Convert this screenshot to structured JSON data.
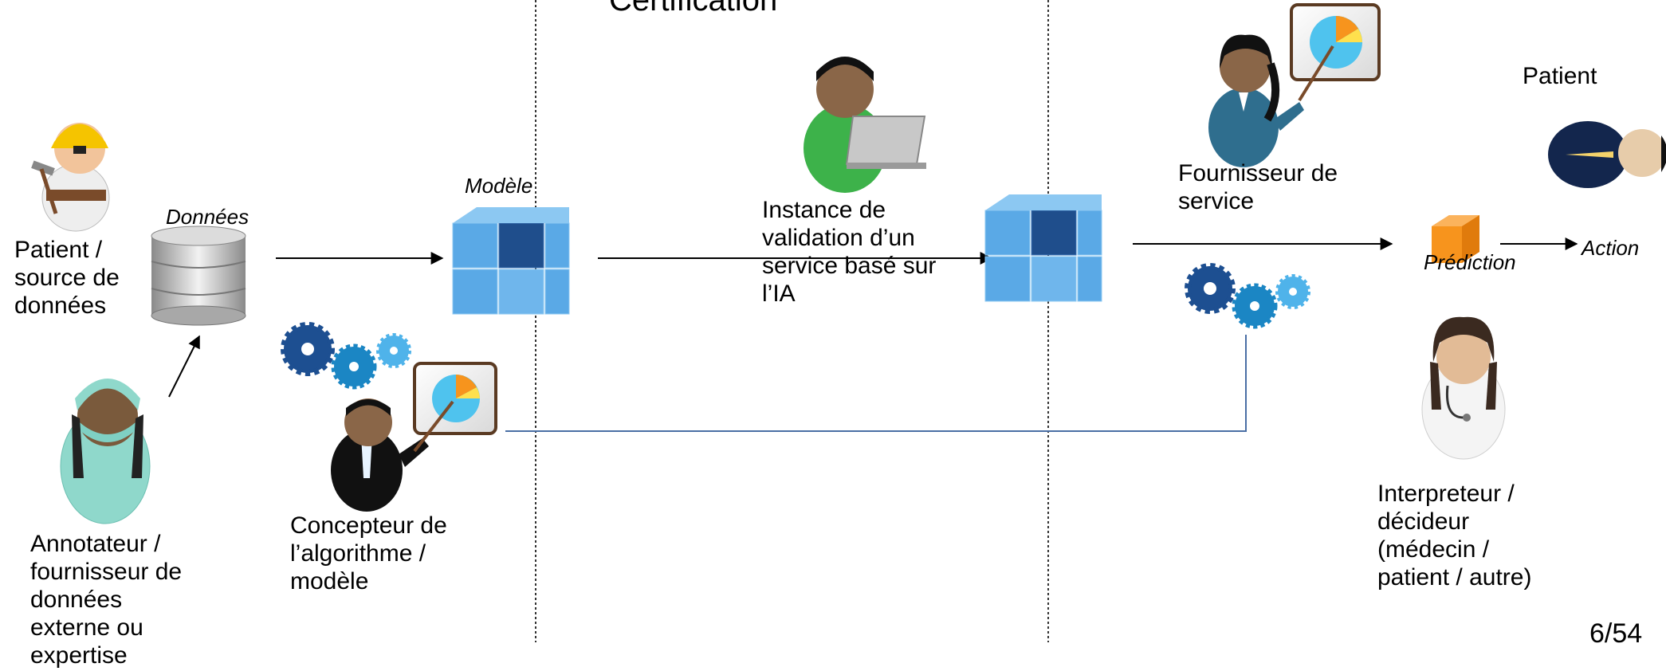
{
  "slide": {
    "title": "Certification",
    "page_number": "6/54"
  },
  "labels": {
    "patient_source": "Patient /\nsource de\ndonnées",
    "donnees": "Données",
    "annotateur": "Annotateur /\nfournisseur de\ndonnées\nexterne ou\nexpertise",
    "modele": "Modèle",
    "concepteur": "Concepteur de\nl’algorithme /\nmodèle",
    "instance_validation": "Instance de\nvalidation d’un\nservice basé sur\nl’IA",
    "fournisseur_service": "Fournisseur de\nservice",
    "patient": "Patient",
    "prediction": "Prédiction",
    "action": "Action",
    "interpreteur": "Interpreteur /\ndécideur\n(médecin /\npatient / autre)"
  },
  "icons": {
    "worker": "worker-person-icon",
    "nurse": "nurse-person-icon",
    "database": "database-icon",
    "model_cubes": "cube-cluster-icon",
    "gears": "gears-icon",
    "chart_board": "pie-chart-board-icon",
    "businessman": "businessman-icon",
    "laptop_person": "laptop-person-icon",
    "presenter_woman": "presenter-woman-icon",
    "patient_person": "patient-person-icon",
    "prediction_cube": "orange-cube-icon",
    "doctor": "doctor-icon"
  },
  "colors": {
    "cube_light": "#5aa9e6",
    "cube_dark": "#1f4e8c",
    "gear_dark": "#1d4f91",
    "gear_mid": "#1b86c4",
    "gear_light": "#4fb3ea",
    "feedback_line": "#4a6fa5",
    "orange": "#f7941d"
  }
}
